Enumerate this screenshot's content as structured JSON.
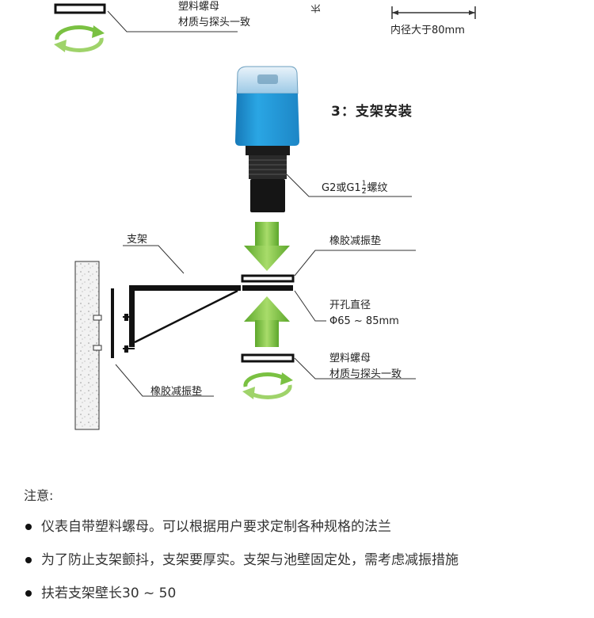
{
  "top": {
    "nut_label_1": "塑料螺母",
    "nut_label_2": "材质与探头一致",
    "vertical_char": "长",
    "inner_diameter": "内径大于80mm"
  },
  "section3": {
    "title": "3：支架安装",
    "thread_label": "G2或G1",
    "thread_fraction_num": "1",
    "thread_fraction_den": "2",
    "thread_suffix": "螺纹",
    "bracket_label": "支架",
    "rubber_pad_label": "橡胶减振垫",
    "hole_label_1": "开孔直径",
    "hole_label_2": "Φ65 ~ 85mm",
    "nut_label_1": "塑料螺母",
    "nut_label_2": "材质与探头一致",
    "rubber_pad_bottom_label": "橡胶减振垫"
  },
  "notes": {
    "heading": "注意:",
    "items": [
      "仪表自带塑料螺母。可以根据用户要求定制各种规格的法兰",
      "为了防止支架颤抖，支架要厚实。支架与池壁固定处，需考虑减振措施",
      "扶若支架壁长30 ~ 50"
    ]
  },
  "colors": {
    "sensor_blue": "#1e9ad6",
    "arrow_green": "#7ac142",
    "line": "#333333"
  }
}
